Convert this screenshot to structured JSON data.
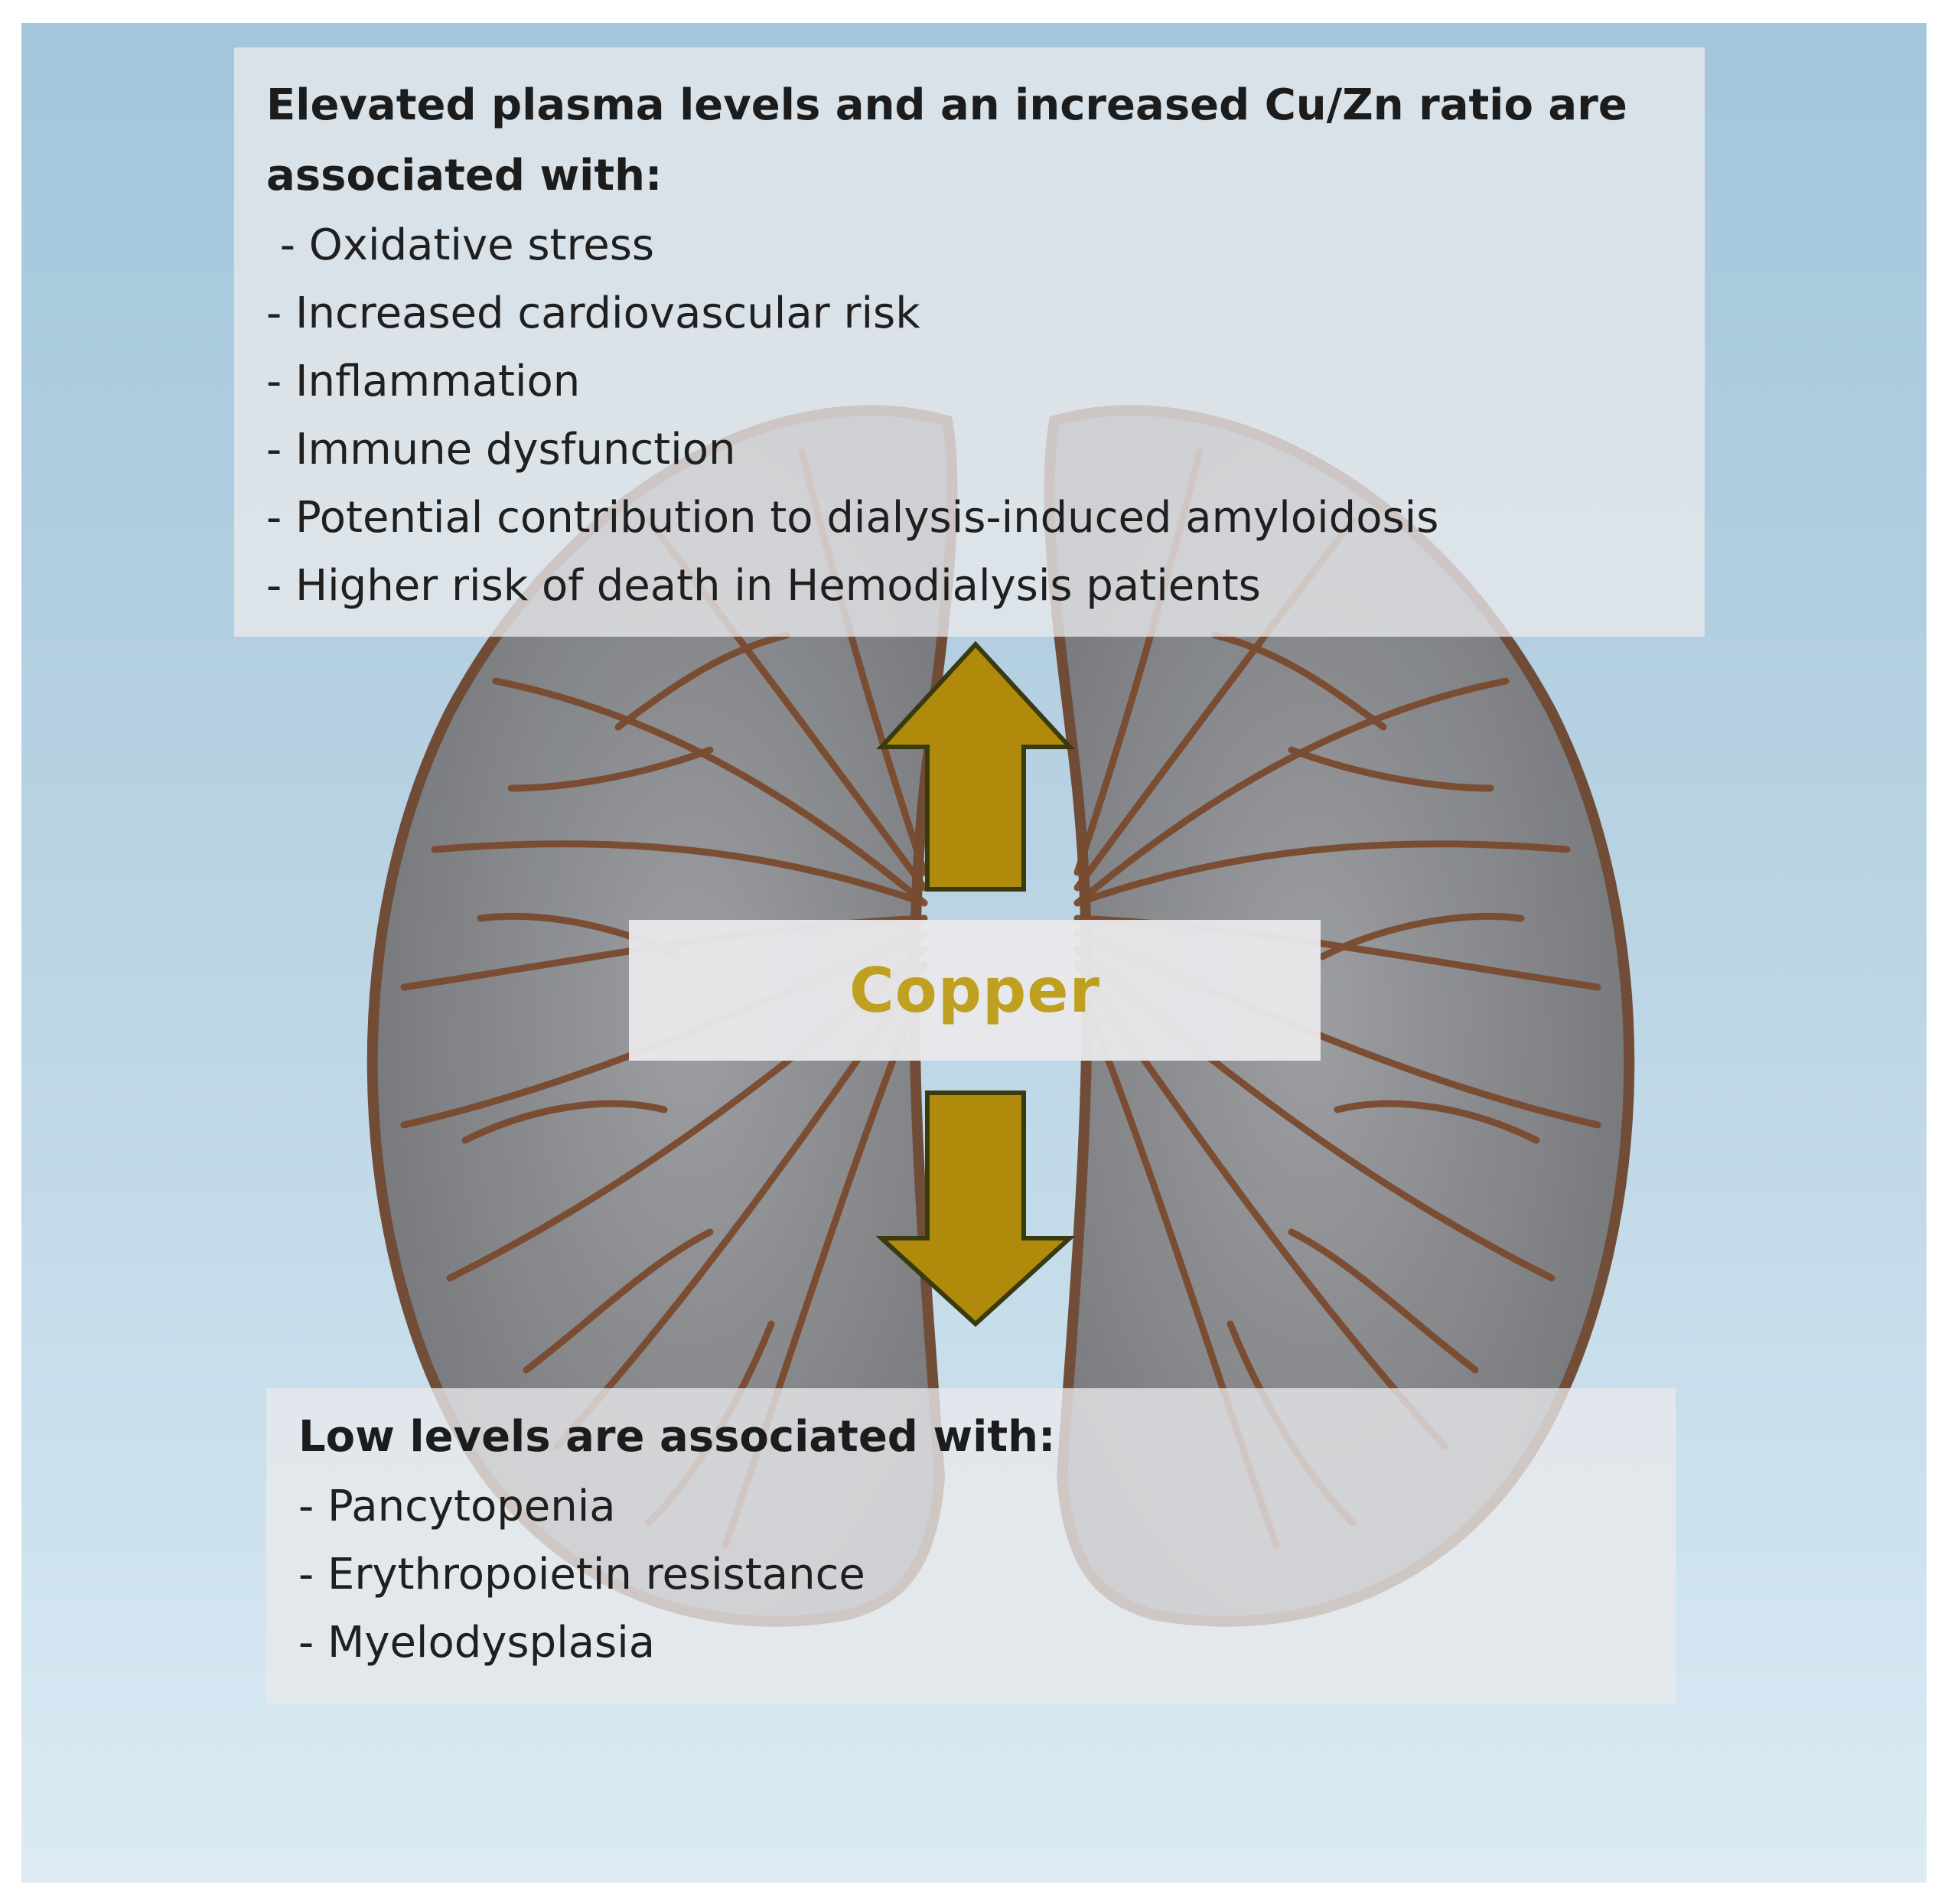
{
  "upper_box": {
    "heading": "Elevated plasma levels and an increased Cu/Zn ratio are associated with:",
    "items": [
      " - Oxidative stress",
      "- Increased cardiovascular risk",
      "- Inflammation",
      "- Immune dysfunction",
      "- Potential contribution to dialysis-induced amyloidosis",
      "- Higher risk of death in Hemodialysis patients"
    ]
  },
  "center": {
    "label": "Copper",
    "label_color": "#c0a020"
  },
  "lower_box": {
    "heading": "Low levels are associated with:",
    "items": [
      "- Pancytopenia",
      "- Erythropoietin resistance",
      "- Myelodysplasia"
    ]
  },
  "arrows": {
    "up_arrow_icon": "arrow-up-icon",
    "down_arrow_icon": "arrow-down-icon",
    "color": "#b08a0a",
    "outline": "#3a3a10"
  },
  "illustration": {
    "icon": "kidney-vessels-illustration",
    "vessel_color": "#7a4a2e",
    "tissue_color": "#8d8d8f"
  }
}
